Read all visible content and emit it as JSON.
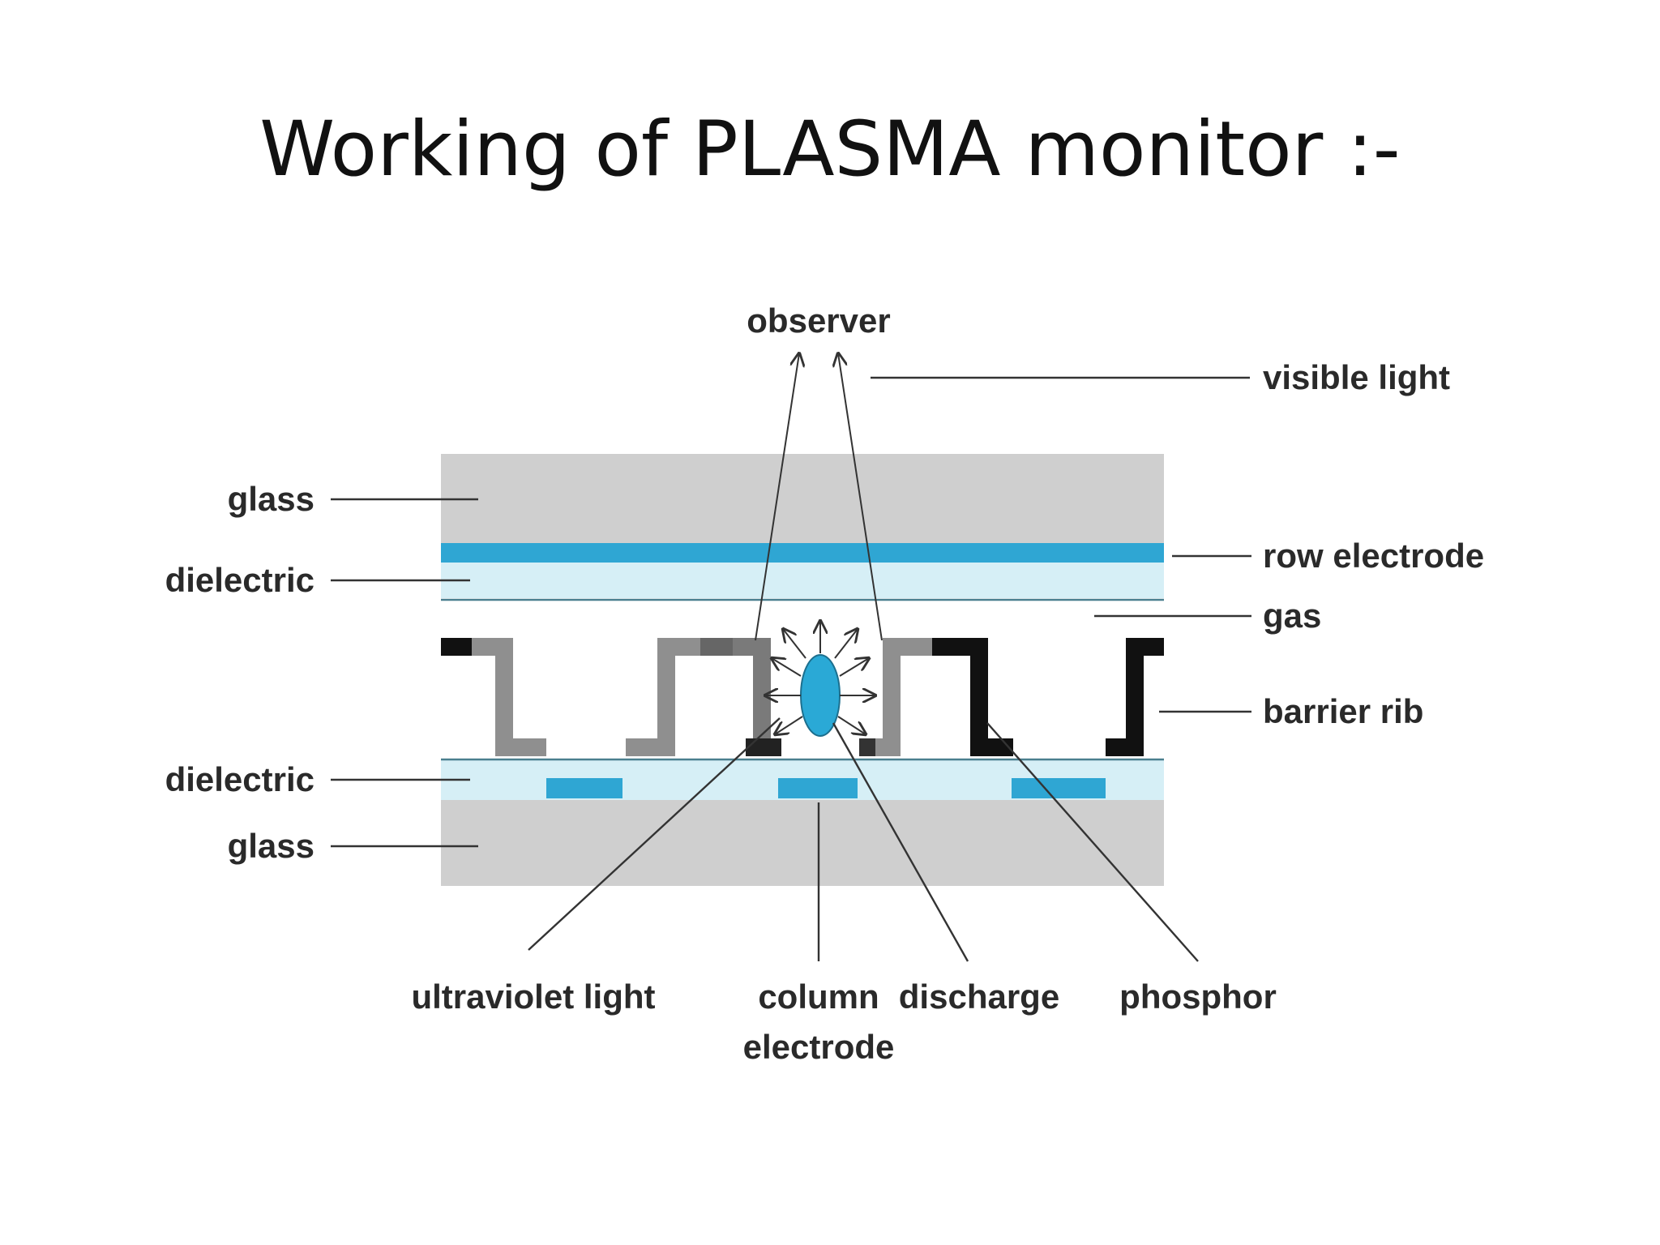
{
  "title": "Working of PLASMA monitor :-",
  "labels": {
    "observer": "observer",
    "visible_light": "visible light",
    "glass_top": "glass",
    "dielectric_top": "dielectric",
    "row_electrode": "row electrode",
    "gas": "gas",
    "barrier_rib": "barrier rib",
    "dielectric_bottom": "dielectric",
    "glass_bottom": "glass",
    "ultraviolet_light": "ultraviolet light",
    "column_electrode_line1": "column",
    "column_electrode_line2": "electrode",
    "discharge": "discharge",
    "phosphor": "phosphor"
  },
  "colors": {
    "glass": "#cfcfcf",
    "dielectric": "#d6eff6",
    "electrode": "#2fa6d3",
    "plasma": "#2aa9d6",
    "rib_gray": "#8f8f8f",
    "rib_dark": "#111111"
  }
}
